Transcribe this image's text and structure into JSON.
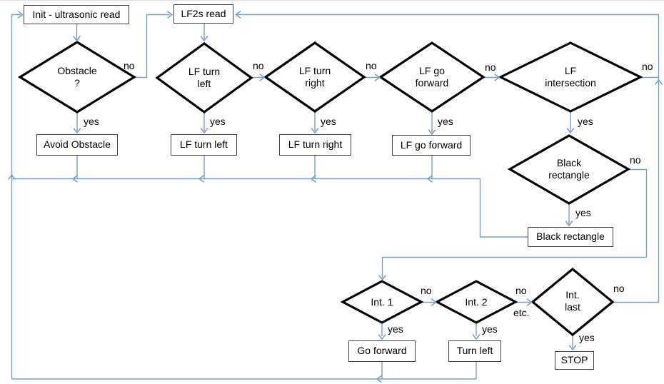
{
  "nodes": {
    "init": "Init - ultrasonic read",
    "lf2s_read": "LF2s read",
    "obstacle_decision": "Obstacle\n?",
    "avoid_obstacle": "Avoid Obstacle",
    "lf_turn_left_decision": "LF turn\nleft",
    "lf_turn_left": "LF turn left",
    "lf_turn_right_decision": "LF turn\nright",
    "lf_turn_right": "LF turn right",
    "lf_go_forward_decision": "LF go\nforward",
    "lf_go_forward": "LF go forward",
    "lf_intersection_decision": "LF\nintersection",
    "black_rectangle_decision": "Black\nrectangle",
    "black_rectangle": "Black rectangle",
    "int_1_decision": "Int. 1",
    "int_2_decision": "Int. 2",
    "int_last_decision": "Int.\nlast",
    "go_forward": "Go forward",
    "turn_left": "Turn left",
    "stop": "STOP"
  },
  "edge_labels": {
    "yes": "yes",
    "no": "no",
    "etc": "etc."
  },
  "colors": {
    "connector": "#7f9cc6",
    "decision_border": "#000000",
    "process_border": "#404040",
    "text": "#000000",
    "background": "#ffffff"
  }
}
